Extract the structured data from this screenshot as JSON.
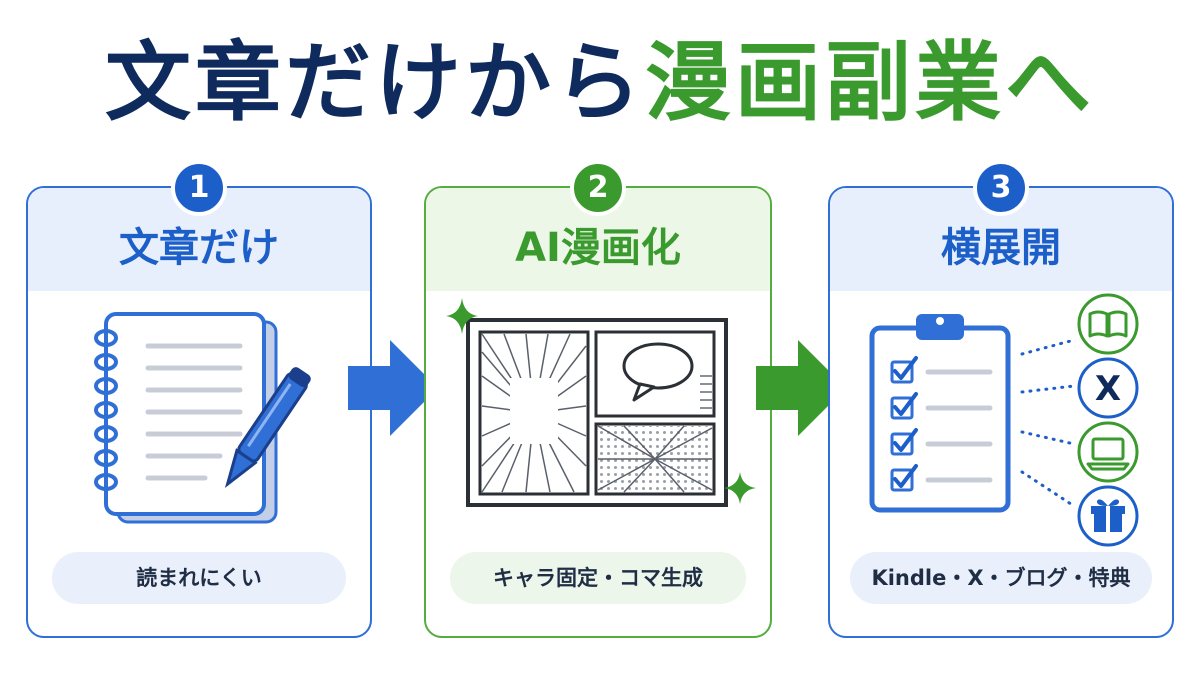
{
  "title": {
    "part1": "文章だけから",
    "part2": "漫画副業へ"
  },
  "colors": {
    "navy": "#0f2a5c",
    "blue": "#1d5fc8",
    "green": "#3a9a2e"
  },
  "steps": [
    {
      "number": "1",
      "label": "文章だけ",
      "caption": "読まれにくい",
      "icon": "notebook-pen-icon"
    },
    {
      "number": "2",
      "label": "AI漫画化",
      "caption": "キャラ固定・コマ生成",
      "icon": "manga-panels-icon"
    },
    {
      "number": "3",
      "label": "横展開",
      "caption": "Kindle・X・ブログ・特典",
      "icon": "clipboard-checklist-icon"
    }
  ],
  "channels": [
    {
      "icon": "book-icon"
    },
    {
      "icon": "x-logo-icon",
      "glyph": "X"
    },
    {
      "icon": "laptop-icon"
    },
    {
      "icon": "gift-icon"
    }
  ]
}
